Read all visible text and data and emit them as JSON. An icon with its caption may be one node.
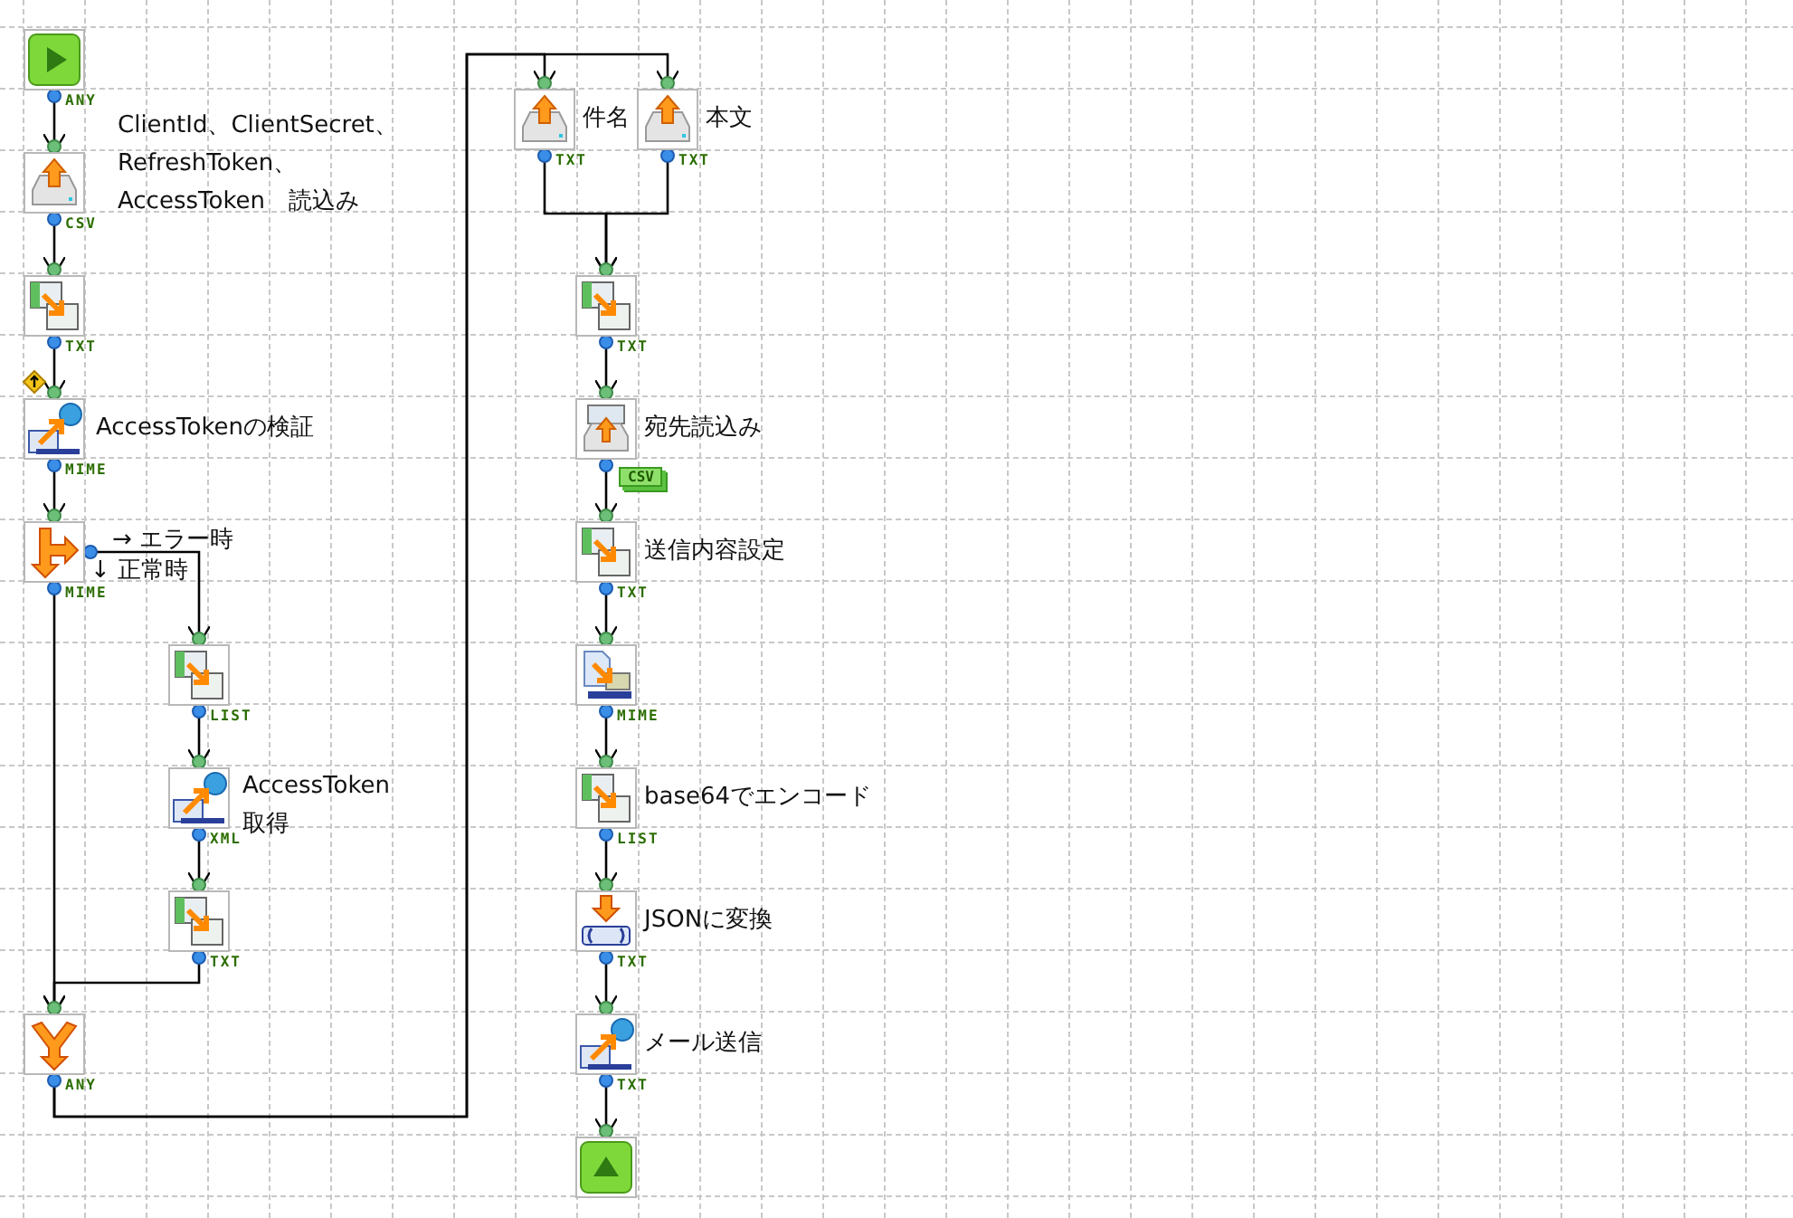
{
  "diagram": {
    "nodes": [
      {
        "text": [],
        "shape": "picture",
        "beside": [
          "ANY"
        ]
      },
      {
        "text": [],
        "shape": "picture",
        "beside": [
          "ClientId、ClientSecret、 RefreshToken、 AccessToken　読込み",
          "CSV"
        ]
      },
      {
        "text": [],
        "shape": "picture",
        "beside": [
          "TXT"
        ]
      },
      {
        "text": [],
        "shape": "picture",
        "beside": [
          "AccessTokenの検証",
          "MIME"
        ]
      },
      {
        "text": [],
        "shape": "picture",
        "beside": [
          "→ エラー時",
          "↓ 正常時",
          "MIME"
        ]
      },
      {
        "text": [],
        "shape": "picture",
        "beside": [
          "LIST"
        ]
      },
      {
        "text": [],
        "shape": "picture",
        "beside": [
          "AccessToken 取得",
          "XML"
        ]
      },
      {
        "text": [],
        "shape": "picture",
        "beside": [
          "TXT"
        ]
      },
      {
        "text": [],
        "shape": "picture",
        "beside": [
          "ANY"
        ]
      },
      {
        "text": [],
        "shape": "picture",
        "beside": [
          "件名",
          "TXT"
        ]
      },
      {
        "text": [],
        "shape": "picture",
        "beside": [
          "本文",
          "TXT"
        ]
      },
      {
        "text": [],
        "shape": "picture",
        "beside": [
          "TXT"
        ]
      },
      {
        "text": [],
        "shape": "picture",
        "beside": [
          "宛先読込み",
          "CSV"
        ]
      },
      {
        "text": [],
        "shape": "picture",
        "beside": [
          "送信内容設定",
          "TXT"
        ]
      },
      {
        "text": [],
        "shape": "picture",
        "beside": [
          "MIME"
        ]
      },
      {
        "text": [],
        "shape": "picture",
        "beside": [
          "base64でエンコード",
          "LIST"
        ]
      },
      {
        "text": [],
        "shape": "picture",
        "beside": [
          "JSONに変換",
          "TXT"
        ]
      },
      {
        "text": [],
        "shape": "picture",
        "beside": [
          "メール送信",
          "TXT"
        ]
      },
      {
        "text": [],
        "shape": "picture"
      }
    ],
    "edges": [
      {
        "from": 0,
        "to": 1,
        "arrow": "to"
      },
      {
        "from": 1,
        "to": 2,
        "arrow": "to"
      },
      {
        "from": 2,
        "to": 3,
        "arrow": "to"
      },
      {
        "from": 3,
        "to": 4,
        "arrow": "to"
      },
      {
        "from": 4,
        "to": 5,
        "arrow": "to"
      },
      {
        "from": 4,
        "to": 8,
        "arrow": "to"
      },
      {
        "from": 5,
        "to": 6,
        "arrow": "to"
      },
      {
        "from": 6,
        "to": 7,
        "arrow": "to"
      },
      {
        "from": 7,
        "to": 8,
        "arrow": "to"
      },
      {
        "from": 8,
        "to": 9,
        "arrow": "to"
      },
      {
        "from": 8,
        "to": 10,
        "arrow": "to"
      },
      {
        "from": 9,
        "to": 11,
        "arrow": "to"
      },
      {
        "from": 10,
        "to": 11,
        "arrow": "to"
      },
      {
        "from": 11,
        "to": 12,
        "arrow": "to"
      },
      {
        "from": 12,
        "to": 13,
        "arrow": "to"
      },
      {
        "from": 13,
        "to": 14,
        "arrow": "to"
      },
      {
        "from": 14,
        "to": 15,
        "arrow": "to"
      },
      {
        "from": 15,
        "to": 16,
        "arrow": "to"
      },
      {
        "from": 16,
        "to": 17,
        "arrow": "to"
      },
      {
        "from": 17,
        "to": 18,
        "arrow": "to"
      }
    ]
  }
}
